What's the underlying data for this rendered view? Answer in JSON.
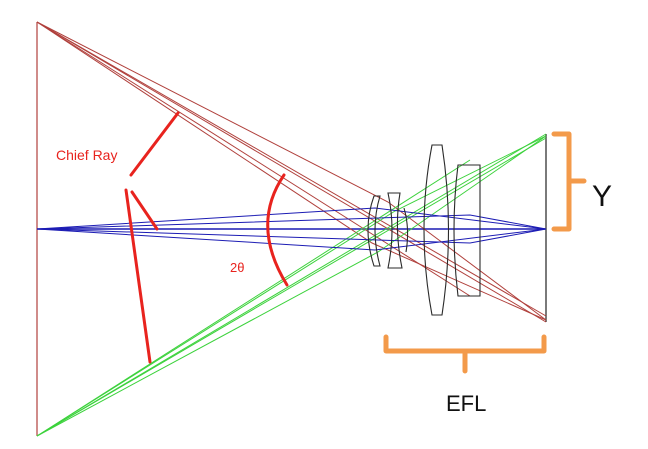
{
  "labels": {
    "chief_ray": "Chief Ray",
    "angle": "2θ",
    "image_height": "Y",
    "focal_length": "EFL"
  },
  "colors": {
    "red_rays": "#b0403c",
    "green_rays": "#3cd23c",
    "blue_rays": "#1c1cb4",
    "annotation_red": "#e8231e",
    "bracket_orange": "#f39a4a",
    "lens_outline": "#2a2a2a"
  }
}
